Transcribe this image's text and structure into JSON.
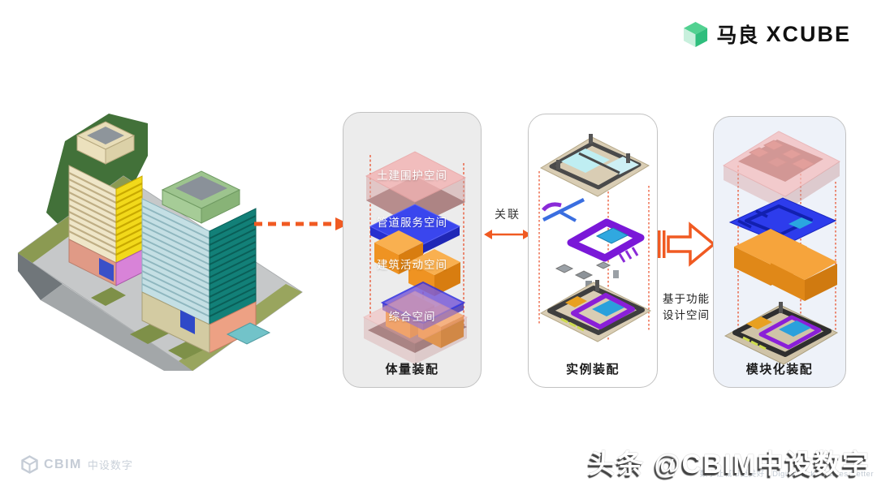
{
  "header": {
    "brand_cn": "马良",
    "brand_en": "XCUBE"
  },
  "diagram": {
    "panels": [
      {
        "caption": "体量装配",
        "layers": [
          "土建围护空间",
          "管道服务空间",
          "建筑活动空间",
          "综合空间"
        ]
      },
      {
        "caption": "实例装配"
      },
      {
        "caption": "模块化装配"
      }
    ],
    "link_label": "关联",
    "transform_label": [
      "基于功能",
      "设计空间"
    ]
  },
  "footer": {
    "brand": "CBIM",
    "brand_suffix": "中设数字",
    "watermark": "头条 @CBIM中设数字",
    "slogan": "数字让城市更美好 / Digital Makes Cities Better"
  },
  "colors": {
    "accent_orange": "#f05a22",
    "dashed_red": "#e8380d",
    "blue_slab": "#3a46ee",
    "orange_box": "#f6a02c",
    "pink_slab": "#f3b5b5",
    "purple_duct": "#8a1fd8",
    "panel1_bg": "#ececec",
    "panel3_bg": "#eef2f9",
    "brand_green": "#3ecd86",
    "footer_gray": "#c5ccd6"
  }
}
